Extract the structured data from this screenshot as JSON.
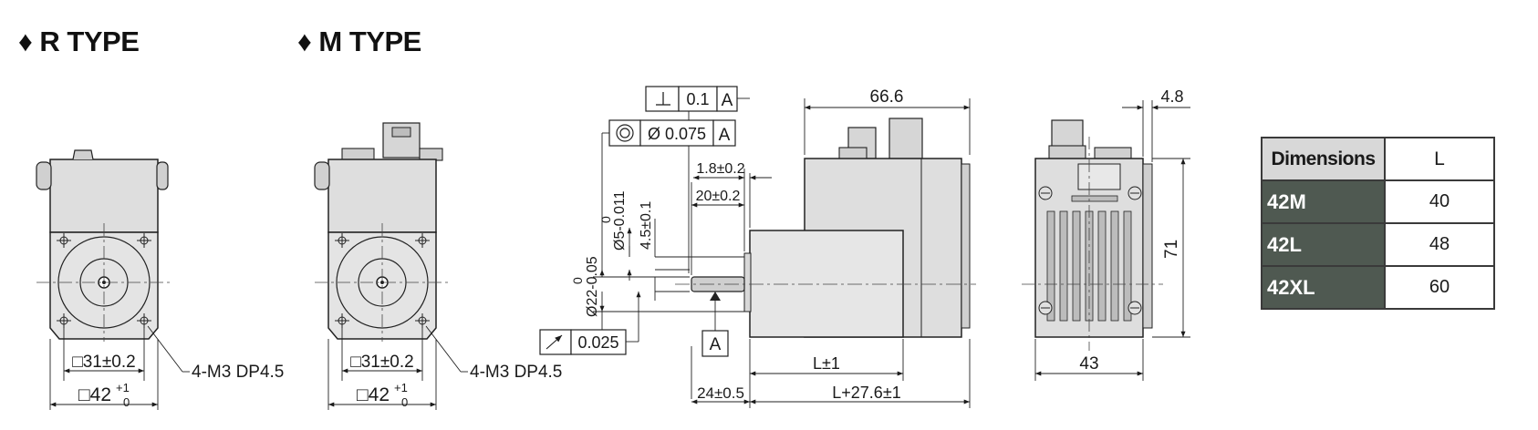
{
  "headings": {
    "r_type": "♦ R TYPE",
    "m_type": "♦ M TYPE"
  },
  "r_view": {
    "sq31": "□31±0.2",
    "sq42": "□42",
    "tol_plus": "+1",
    "tol_zero": "0",
    "callout": "4-M3 DP4.5"
  },
  "m_view": {
    "sq31": "□31±0.2",
    "sq42": "□42",
    "tol_plus": "+1",
    "tol_zero": "0",
    "callout": "4-M3 DP4.5"
  },
  "side_view": {
    "perp_value": "0.1",
    "perp_datum": "A",
    "conc_value": "Ø 0.075",
    "conc_datum": "A",
    "runout_value": "0.025",
    "dim_666": "66.6",
    "dim_18": "1.8±0.2",
    "dim_20": "20±0.2",
    "dim_d5": "Ø5-0.011",
    "dim_d5_top": "0",
    "dim_45": "4.5±0.1",
    "dim_d22": "Ø22-0.05",
    "dim_d22_top": "0",
    "datum_label": "A",
    "dim_l1": "L±1",
    "dim_24": "24±0.5",
    "dim_l276": "L+27.6±1"
  },
  "rear_view": {
    "dim_48": "4.8",
    "dim_71": "71",
    "dim_43": "43"
  },
  "dimensions_table": {
    "header": "Dimensions",
    "col_l": "L",
    "rows": [
      {
        "model": "42M",
        "l": "40"
      },
      {
        "model": "42L",
        "l": "48"
      },
      {
        "model": "42XL",
        "l": "60"
      }
    ]
  }
}
